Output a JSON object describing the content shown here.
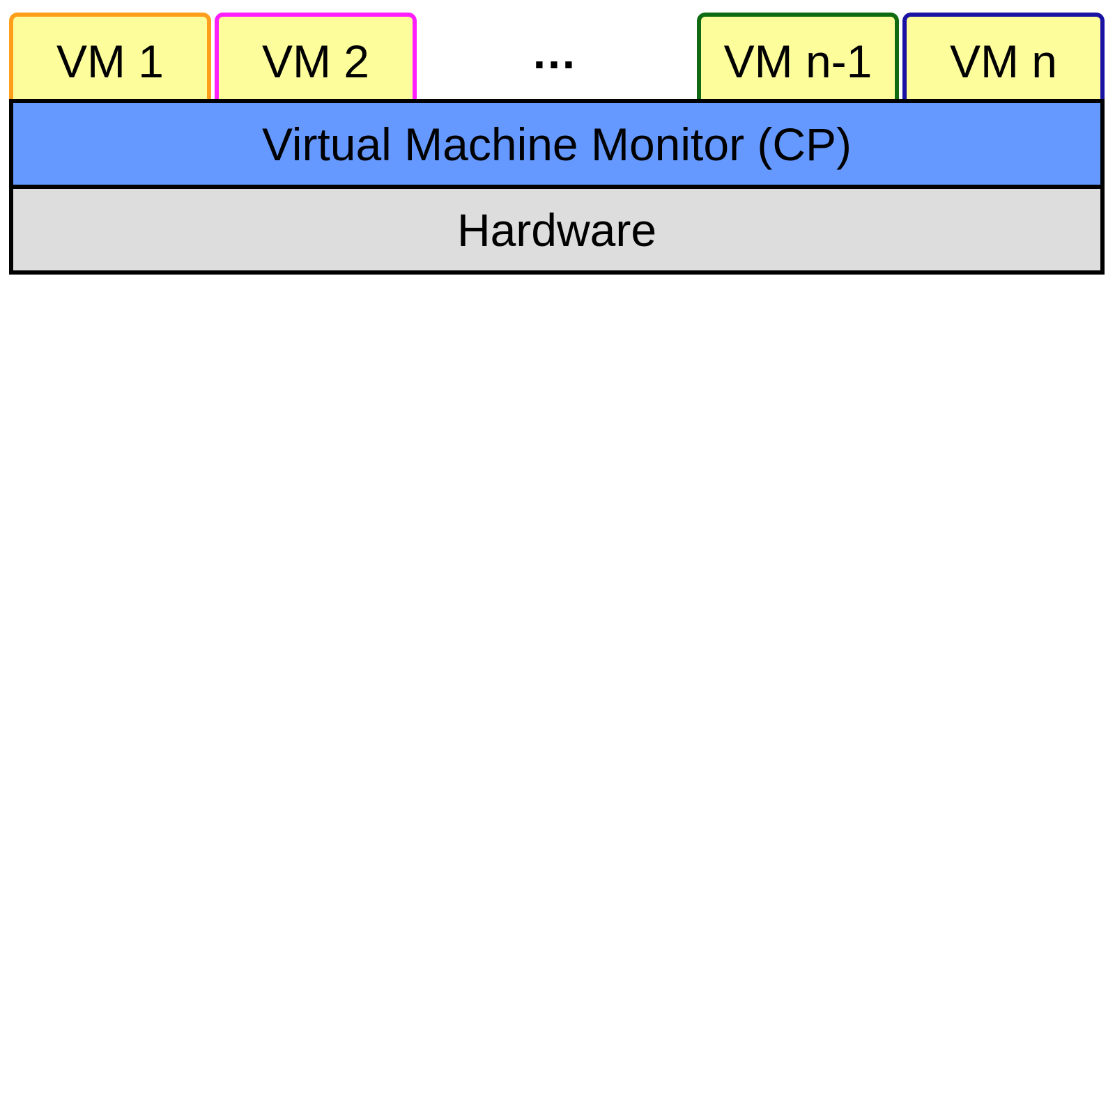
{
  "vms": [
    {
      "label": "VM 1",
      "border_color": "#ff9e1b",
      "fill_color": "#fdfd9b"
    },
    {
      "label": "VM 2",
      "border_color": "#ff1efc",
      "fill_color": "#fdfd9b"
    },
    {
      "label": "VM n-1",
      "border_color": "#0f6a12",
      "fill_color": "#fdfd9b"
    },
    {
      "label": "VM n",
      "border_color": "#1a12a3",
      "fill_color": "#fdfd9b"
    }
  ],
  "ellipsis": "…",
  "vmm": {
    "label": "Virtual Machine Monitor (CP)",
    "fill_color": "#6699ff"
  },
  "hardware": {
    "label": "Hardware",
    "fill_color": "#dddddd"
  }
}
